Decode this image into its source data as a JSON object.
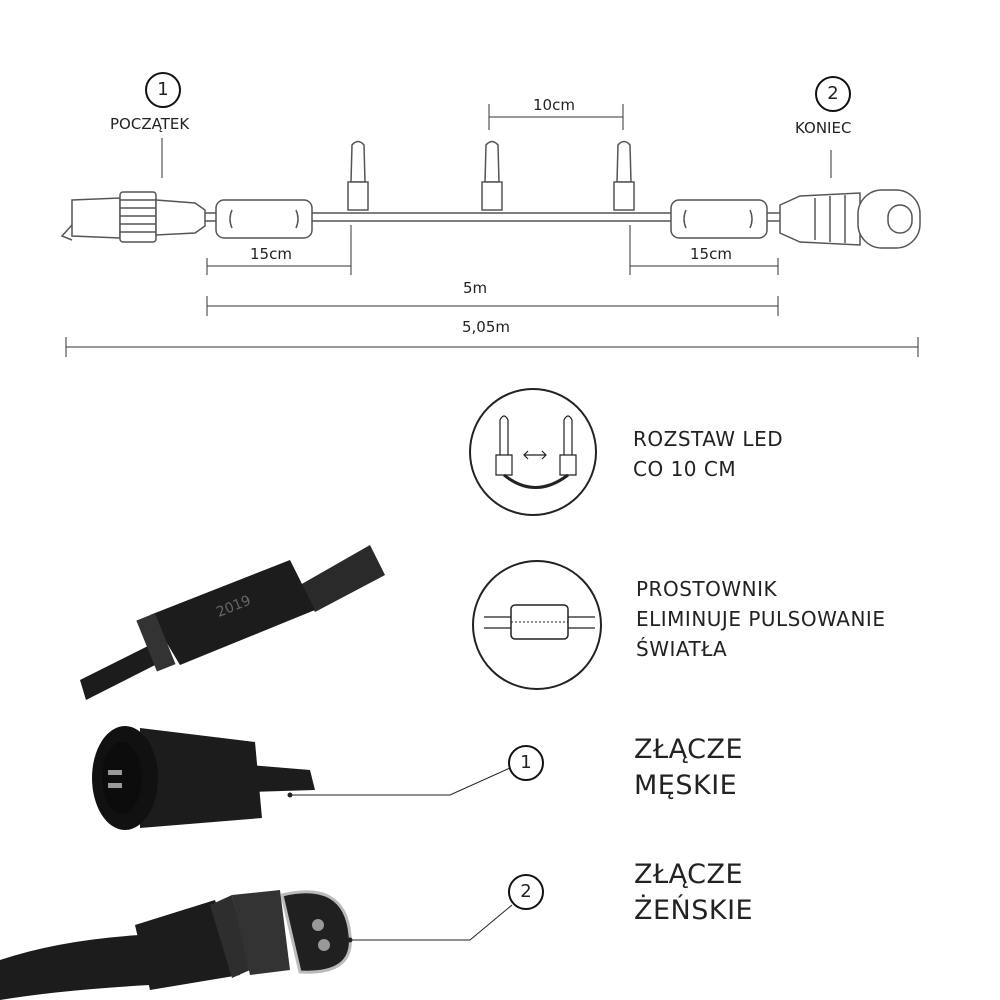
{
  "top_diagram": {
    "start_number": "1",
    "start_label": "POCZĄTEK",
    "end_number": "2",
    "end_label": "KONIEC",
    "led_spacing": "10cm",
    "lead_left": "15cm",
    "lead_right": "15cm",
    "lit_length": "5m",
    "total_length": "5,05m"
  },
  "features": [
    {
      "lines": [
        "ROZSTAW LED",
        "CO 10 CM"
      ]
    },
    {
      "lines": [
        "PROSTOWNIK",
        "ELIMINUJE PULSOWANIE",
        "ŚWIATŁA"
      ]
    }
  ],
  "connectors": [
    {
      "number": "1",
      "lines": [
        "ZŁĄCZE",
        "MĘSKIE"
      ]
    },
    {
      "number": "2",
      "lines": [
        "ZŁĄCZE",
        "ŻEŃSKIE"
      ]
    }
  ],
  "rectifier_mark": "2019",
  "colors": {
    "line": "#222222",
    "photo_dark": "#1c1c1c",
    "outline": "#555555"
  }
}
